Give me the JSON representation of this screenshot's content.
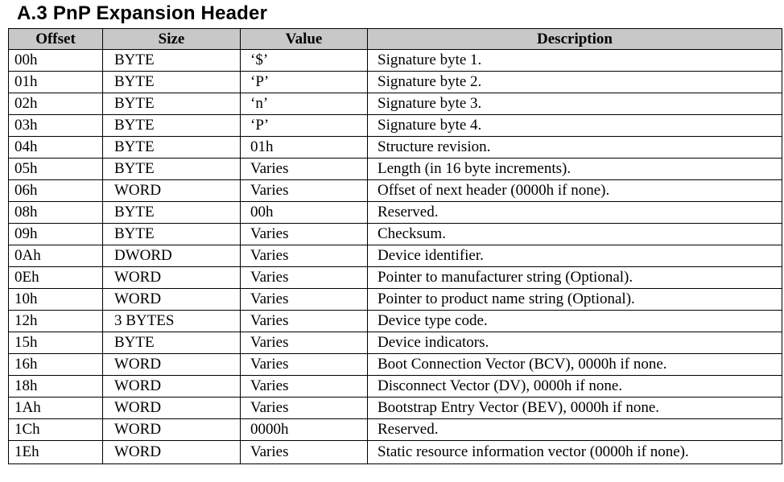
{
  "heading": "A.3  PnP Expansion Header",
  "table": {
    "headers": {
      "offset": "Offset",
      "size": "Size",
      "value": "Value",
      "description": "Description"
    },
    "rows": [
      {
        "offset": "00h",
        "size": "BYTE",
        "value": "‘$’",
        "description": "Signature byte 1."
      },
      {
        "offset": "01h",
        "size": "BYTE",
        "value": "‘P’",
        "description": "Signature byte 2."
      },
      {
        "offset": "02h",
        "size": "BYTE",
        "value": "‘n’",
        "description": "Signature byte 3."
      },
      {
        "offset": "03h",
        "size": "BYTE",
        "value": "‘P’",
        "description": "Signature byte 4."
      },
      {
        "offset": "04h",
        "size": "BYTE",
        "value": "01h",
        "description": "Structure revision."
      },
      {
        "offset": "05h",
        "size": "BYTE",
        "value": "Varies",
        "description": "Length (in 16 byte increments)."
      },
      {
        "offset": "06h",
        "size": "WORD",
        "value": "Varies",
        "description": "Offset of next header (0000h if none)."
      },
      {
        "offset": "08h",
        "size": "BYTE",
        "value": "00h",
        "description": "Reserved."
      },
      {
        "offset": "09h",
        "size": "BYTE",
        "value": "Varies",
        "description": "Checksum."
      },
      {
        "offset": "0Ah",
        "size": "DWORD",
        "value": "Varies",
        "description": "Device identifier."
      },
      {
        "offset": "0Eh",
        "size": "WORD",
        "value": "Varies",
        "description": "Pointer to manufacturer string (Optional)."
      },
      {
        "offset": "10h",
        "size": "WORD",
        "value": "Varies",
        "description": "Pointer to product name string (Optional)."
      },
      {
        "offset": "12h",
        "size": "3 BYTES",
        "value": "Varies",
        "description": "Device type code."
      },
      {
        "offset": "15h",
        "size": "BYTE",
        "value": "Varies",
        "description": "Device indicators."
      },
      {
        "offset": "16h",
        "size": "WORD",
        "value": "Varies",
        "description": "Boot Connection Vector (BCV), 0000h if none."
      },
      {
        "offset": "18h",
        "size": "WORD",
        "value": "Varies",
        "description": "Disconnect Vector (DV), 0000h if none."
      },
      {
        "offset": "1Ah",
        "size": "WORD",
        "value": "Varies",
        "description": "Bootstrap Entry Vector (BEV), 0000h if none."
      },
      {
        "offset": "1Ch",
        "size": "WORD",
        "value": "0000h",
        "description": "Reserved."
      },
      {
        "offset": "1Eh",
        "size": "WORD",
        "value": "Varies",
        "description": "Static resource information vector (0000h if none)."
      }
    ]
  }
}
